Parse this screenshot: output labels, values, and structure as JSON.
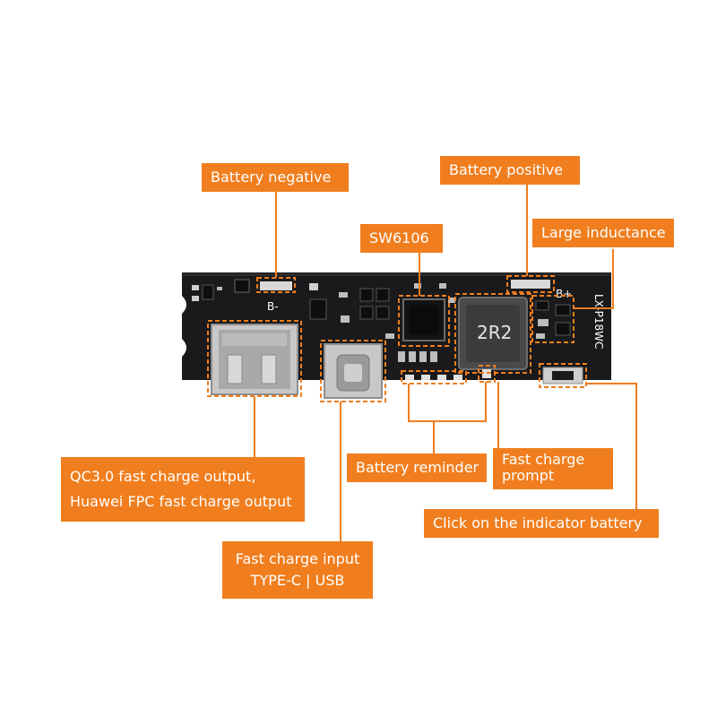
{
  "board": {
    "silkscreen_b_minus": "B-",
    "silkscreen_b_plus": "B+",
    "model_marking": "LX-P18WC",
    "inductor_marking": "2R2",
    "colors": {
      "pcb": "#1a1a1c",
      "callout": "#f07e1e",
      "callout_text": "#ffffff"
    }
  },
  "callouts": {
    "battery_negative": "Battery negative",
    "battery_positive": "Battery positive",
    "sw6106": "SW6106",
    "large_inductance": "Large inductance",
    "qc_output": {
      "line1": "QC3.0 fast charge output,",
      "line2": "Huawei FPC fast charge output"
    },
    "battery_reminder": "Battery reminder",
    "fast_charge_prompt": {
      "line1": "Fast charge",
      "line2": "prompt"
    },
    "indicator_button": "Click on the indicator battery",
    "fast_charge_input": {
      "line1": "Fast charge input",
      "line2": "TYPE-C | USB"
    }
  }
}
